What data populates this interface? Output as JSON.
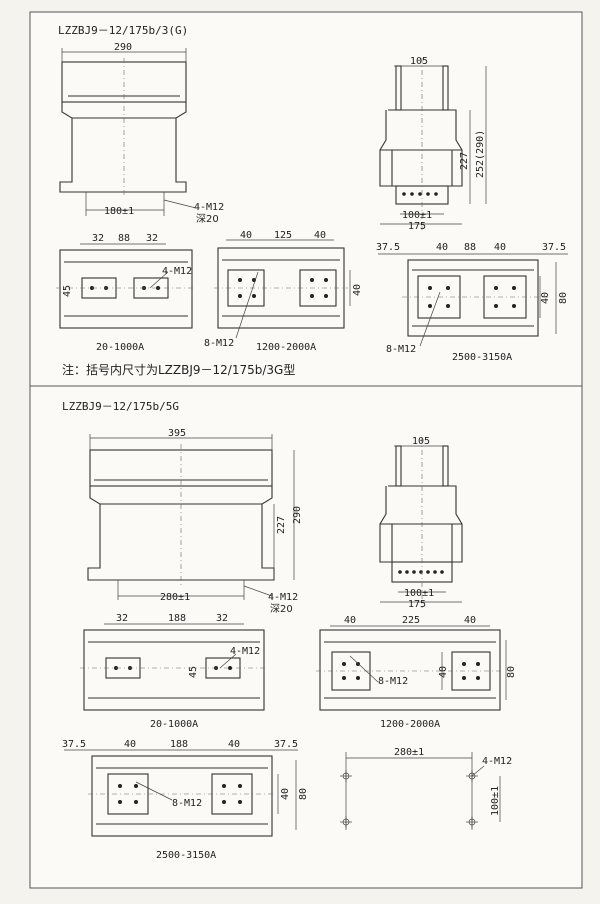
{
  "section_top": {
    "model": "LZZBJ9－12/175b/3(G)",
    "front_view": {
      "width": "290",
      "bolt_spacing": "180±1",
      "bolt_label": "4-M12",
      "bolt_depth": "深20"
    },
    "side_view": {
      "top_width": "105",
      "height_a": "227",
      "height_b": "252(290)",
      "bolt_spacing": "100±1",
      "width": "175"
    },
    "plan_a": {
      "dim1": "32",
      "dim2": "88",
      "dim3": "32",
      "height": "45",
      "bolt": "4-M12",
      "caption": "20-1000A"
    },
    "plan_b": {
      "dim1": "40",
      "dim2": "125",
      "dim3": "40",
      "height": "40",
      "bolt": "8-M12",
      "caption": "1200-2000A"
    },
    "plan_c": {
      "dim1": "37.5",
      "dim2": "40",
      "dim3": "88",
      "dim4": "40",
      "dim5": "37.5",
      "height_a": "40",
      "height_b": "80",
      "bolt": "8-M12",
      "caption": "2500-3150A"
    },
    "note": "注：括号内尺寸为LZZBJ9－12/175b/3G型"
  },
  "section_bottom": {
    "model": "LZZBJ9－12/175b/5G",
    "front_view": {
      "width": "395",
      "height_a": "227",
      "height_b": "290",
      "bolt_spacing": "280±1",
      "bolt_label": "4-M12",
      "bolt_depth": "深20"
    },
    "side_view": {
      "top_width": "105",
      "bolt_spacing": "100±1",
      "width": "175"
    },
    "plan_a": {
      "dim1": "32",
      "dim2": "188",
      "dim3": "32",
      "height": "45",
      "bolt": "4-M12",
      "caption": "20-1000A"
    },
    "plan_b": {
      "dim1": "40",
      "dim2": "225",
      "dim3": "40",
      "height_a": "40",
      "height_b": "80",
      "bolt": "8-M12",
      "caption": "1200-2000A"
    },
    "plan_c": {
      "dim1": "37.5",
      "dim2": "40",
      "dim3": "188",
      "dim4": "40",
      "dim5": "37.5",
      "height_a": "40",
      "height_b": "80",
      "bolt": "8-M12",
      "caption": "2500-3150A"
    },
    "mount": {
      "spacing": "280±1",
      "bolt": "4-M12",
      "height": "100±1"
    }
  }
}
